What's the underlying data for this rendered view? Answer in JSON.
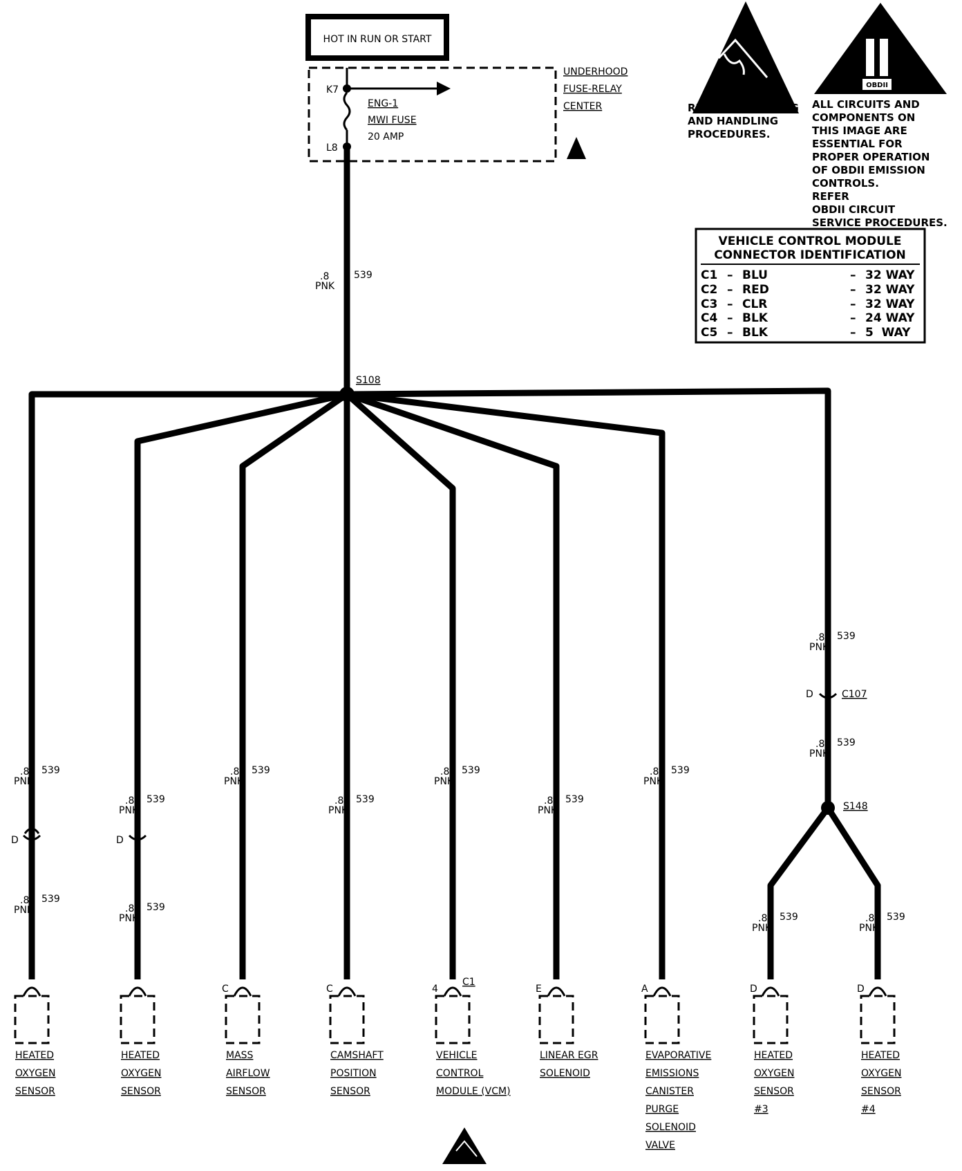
{
  "header": {
    "hot_label": "HOT IN RUN OR START"
  },
  "fuse_block": {
    "name_lines": [
      "UNDERHOOD",
      "FUSE-RELAY",
      "CENTER"
    ],
    "pin_top": "K7",
    "pin_bottom": "L8",
    "fuse_lines": [
      "ENG-1",
      "MWI FUSE",
      "20 AMP"
    ]
  },
  "esd_warning": {
    "lines": [
      "REFER MEASURING",
      "AND HANDLING",
      "PROCEDURES."
    ]
  },
  "obd_warning": {
    "badge": "OBDII",
    "lines": [
      "ALL CIRCUITS AND",
      "COMPONENTS ON",
      "THIS IMAGE ARE",
      "ESSENTIAL FOR",
      "PROPER OPERATION",
      "OF OBDII EMISSION",
      "CONTROLS.",
      "REFER",
      "OBDII CIRCUIT",
      "SERVICE PROCEDURES."
    ]
  },
  "vcm_table": {
    "title_lines": [
      "VEHICLE CONTROL MODULE",
      "CONNECTOR IDENTIFICATION"
    ],
    "rows": [
      {
        "id": "C1",
        "color": "BLU",
        "ways": "32 WAY"
      },
      {
        "id": "C2",
        "color": "RED",
        "ways": "32 WAY"
      },
      {
        "id": "C3",
        "color": "CLR",
        "ways": "32 WAY"
      },
      {
        "id": "C4",
        "color": "BLK",
        "ways": "24 WAY"
      },
      {
        "id": "C5",
        "color": "BLK",
        "ways": "5  WAY"
      }
    ]
  },
  "wire": {
    "gauge": ".8",
    "color": "PNK",
    "circuit": "539"
  },
  "splices": {
    "main": "S108",
    "secondary": "S148"
  },
  "connector_c107": {
    "name": "C107",
    "pin": "D"
  },
  "inline_connector_pin": "D",
  "components": [
    {
      "pin": "",
      "connector": "",
      "lines": [
        "HEATED",
        "OXYGEN",
        "SENSOR"
      ]
    },
    {
      "pin": "",
      "connector": "",
      "lines": [
        "HEATED",
        "OXYGEN",
        "SENSOR"
      ]
    },
    {
      "pin": "C",
      "connector": "",
      "lines": [
        "MASS",
        "AIRFLOW",
        "SENSOR"
      ]
    },
    {
      "pin": "C",
      "connector": "",
      "lines": [
        "CAMSHAFT",
        "POSITION",
        "SENSOR"
      ]
    },
    {
      "pin": "4",
      "connector": "C1",
      "lines": [
        "VEHICLE",
        "CONTROL",
        "MODULE (VCM)"
      ]
    },
    {
      "pin": "E",
      "connector": "",
      "lines": [
        "LINEAR EGR",
        "SOLENOID"
      ]
    },
    {
      "pin": "A",
      "connector": "",
      "lines": [
        "EVAPORATIVE",
        "EMISSIONS",
        "CANISTER",
        "PURGE",
        "SOLENOID",
        "VALVE"
      ]
    },
    {
      "pin": "D",
      "connector": "",
      "lines": [
        "HEATED",
        "OXYGEN",
        "SENSOR",
        "#3"
      ]
    },
    {
      "pin": "D",
      "connector": "",
      "lines": [
        "HEATED",
        "OXYGEN",
        "SENSOR",
        "#4"
      ]
    }
  ],
  "colors": {
    "ink": "#000000",
    "paper": "#ffffff"
  }
}
